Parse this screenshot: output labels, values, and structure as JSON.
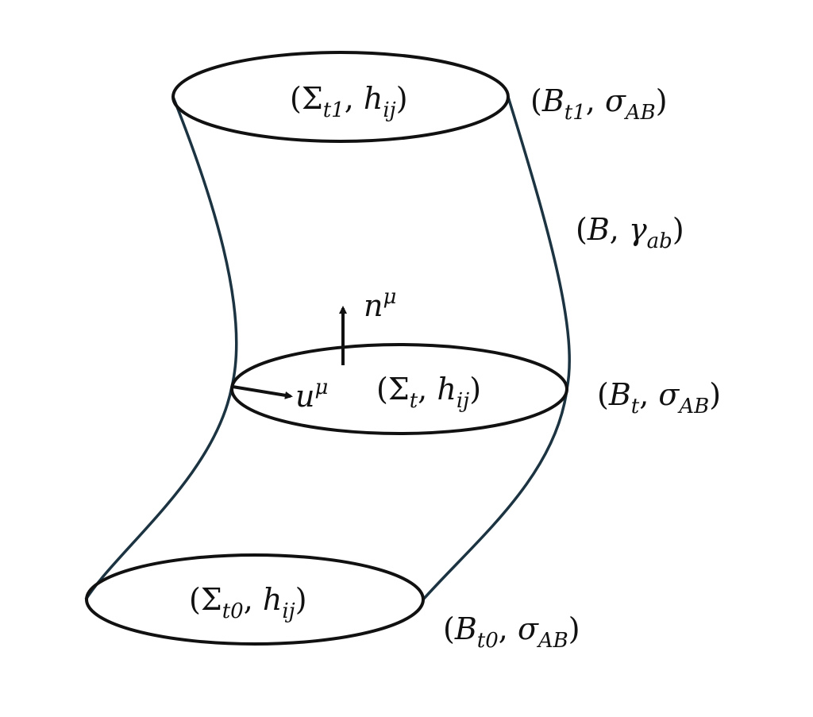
{
  "labels": {
    "sigma_t1": {
      "open": "(",
      "sym": "Σ",
      "sub": "t1",
      "comma": ", ",
      "sym2": "h",
      "sub2": "ij",
      "close": ")"
    },
    "boundary_t1": {
      "open": "(",
      "sym": "B",
      "sub": "t1",
      "comma": ", ",
      "sym2": "σ",
      "sub2": "AB",
      "close": ")"
    },
    "boundary": {
      "open": "(",
      "sym": "B",
      "comma": ", ",
      "sym2": "γ",
      "sub2": "ab",
      "close": ")"
    },
    "normal": {
      "sym": "n",
      "sup": "μ"
    },
    "velocity": {
      "sym": "u",
      "sup": "μ"
    },
    "sigma_t": {
      "open": "(",
      "sym": "Σ",
      "sub": "t",
      "comma": ", ",
      "sym2": "h",
      "sub2": "ij",
      "close": ")"
    },
    "boundary_t": {
      "open": "(",
      "sym": "B",
      "sub": "t",
      "comma": ", ",
      "sym2": "σ",
      "sub2": "AB",
      "close": ")"
    },
    "sigma_t0": {
      "open": "(",
      "sym": "Σ",
      "sub": "t0",
      "comma": ", ",
      "sym2": "h",
      "sub2": "ij",
      "close": ")"
    },
    "boundary_t0": {
      "open": "(",
      "sym": "B",
      "sub": "t0",
      "comma": ", ",
      "sym2": "σ",
      "sub2": "AB",
      "close": ")"
    }
  }
}
